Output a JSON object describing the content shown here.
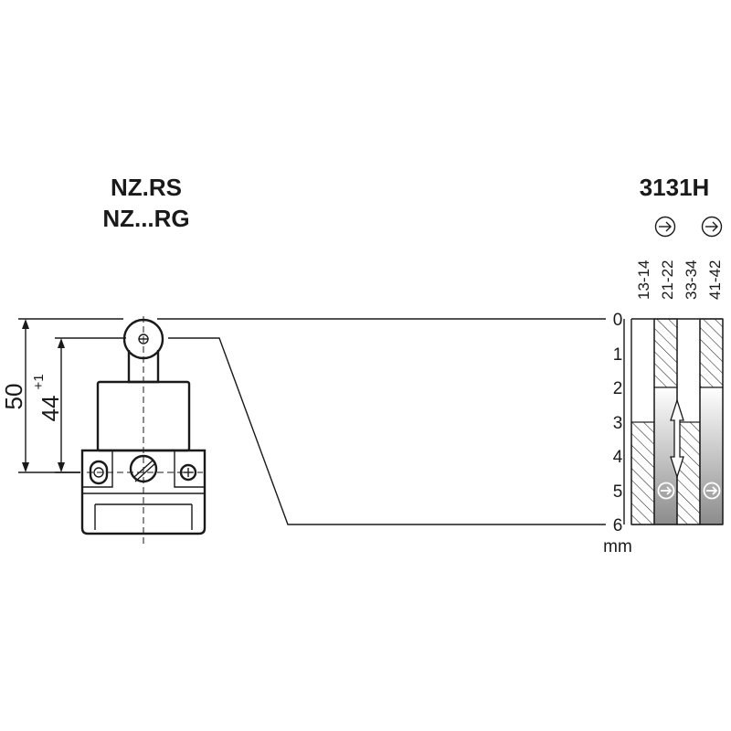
{
  "drawing": {
    "model_line_1": "NZ.RS",
    "model_line_2": "NZ...RG",
    "switch_type": "3131H",
    "dimension_overall": "50",
    "dimension_actuation": "44",
    "dimension_tolerance": "+1",
    "scale_unit": "mm",
    "scale_ticks": [
      "0",
      "1",
      "2",
      "3",
      "4",
      "5",
      "6"
    ],
    "contact_columns": [
      "13-14",
      "21-22",
      "33-34",
      "41-42"
    ],
    "direction_icon": "circled-right-arrow-icon"
  }
}
